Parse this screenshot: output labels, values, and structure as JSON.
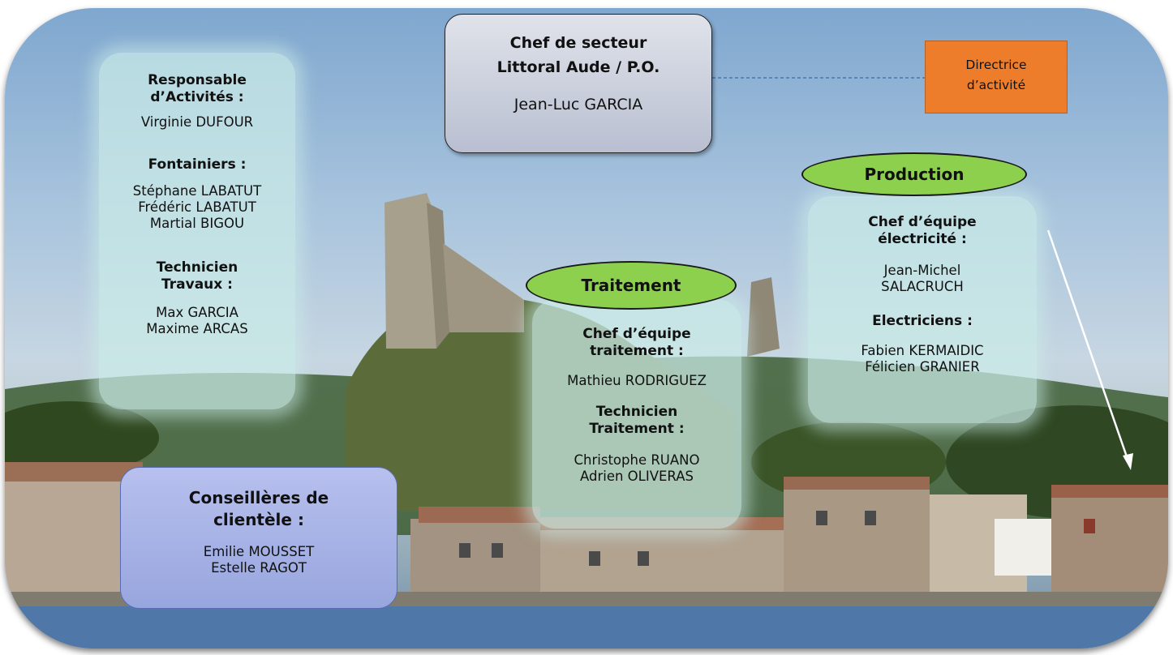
{
  "chef": {
    "title_line1": "Chef de secteur",
    "title_line2": "Littoral Aude / P.O.",
    "name": "Jean-Luc GARCIA"
  },
  "directrice": {
    "line1": "Directrice",
    "line2": "d’activité"
  },
  "left_panel": {
    "responsable_heading_1": "Responsable",
    "responsable_heading_2": "d’Activités :",
    "responsable_name": "Virginie DUFOUR",
    "fontainiers_heading": "Fontainiers :",
    "fontainiers": [
      "Stéphane LABATUT",
      "Frédéric LABATUT",
      "Martial BIGOU"
    ],
    "technicien_heading_1": "Technicien",
    "technicien_heading_2": "Travaux :",
    "technicien_names": [
      "Max GARCIA",
      "Maxime ARCAS"
    ]
  },
  "conseilleres": {
    "heading_1": "Conseillères de",
    "heading_2": "clientèle :",
    "names": [
      "Emilie MOUSSET",
      "Estelle RAGOT"
    ]
  },
  "traitement": {
    "label": "Traitement",
    "chef_heading_1": "Chef d’équipe",
    "chef_heading_2": "traitement :",
    "chef_name": "Mathieu RODRIGUEZ",
    "tech_heading_1": "Technicien",
    "tech_heading_2": "Traitement :",
    "tech_names": [
      "Christophe RUANO",
      "Adrien OLIVERAS"
    ]
  },
  "production": {
    "label": "Production",
    "chef_heading_1": "Chef d’équipe",
    "chef_heading_2": "électricité :",
    "chef_name_1": "Jean-Michel",
    "chef_name_2": "SALACRUCH",
    "elec_heading": "Electriciens :",
    "elec_names": [
      "Fabien KERMAIDIC",
      "Félicien GRANIER"
    ]
  },
  "colors": {
    "oval_green": "#8dd04e",
    "directrice_orange": "#ee7d2b",
    "conseilleres_blue": "#a8b4e6",
    "chef_box": "#c3c9d9"
  }
}
